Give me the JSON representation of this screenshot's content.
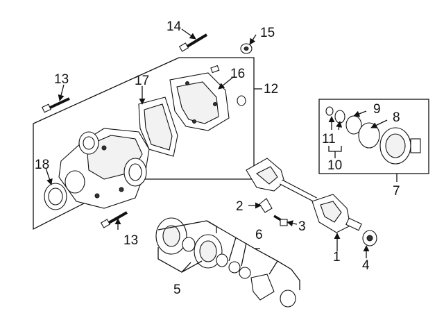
{
  "callouts": {
    "c1": "1",
    "c2": "2",
    "c3": "3",
    "c4": "4",
    "c5": "5",
    "c6": "6",
    "c7": "7",
    "c8": "8",
    "c9": "9",
    "c10": "10",
    "c11": "11",
    "c12": "12",
    "c13a": "13",
    "c13b": "13",
    "c14": "14",
    "c15": "15",
    "c16": "16",
    "c17": "17",
    "c18": "18"
  }
}
